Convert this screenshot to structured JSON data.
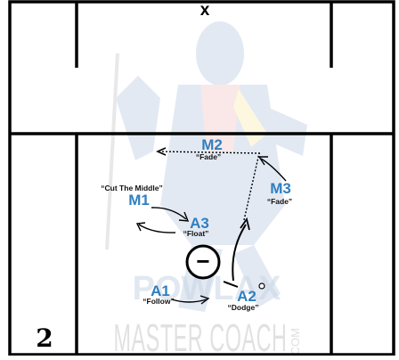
{
  "players": {
    "m2": {
      "label": "M2",
      "call": "“Fade”"
    },
    "m1": {
      "label": "M1",
      "call": "“Cut The Middle”"
    },
    "m3": {
      "label": "M3",
      "call": "“Fade”"
    },
    "a3": {
      "label": "A3",
      "call": "“Float”"
    },
    "a1": {
      "label": "A1",
      "call": "“Follow”"
    },
    "a2": {
      "label": "A2",
      "call": "“Dodge”"
    }
  },
  "defender_symbol": "−",
  "goal_marker": "x",
  "diagram_number": "2",
  "watermark": {
    "line1": "POWLAX",
    "line2": "MASTER COACH",
    "line3": ".COM"
  },
  "colors": {
    "player_blue": "#2f7fc1",
    "field_lines": "#000000",
    "background": "#ffffff"
  }
}
